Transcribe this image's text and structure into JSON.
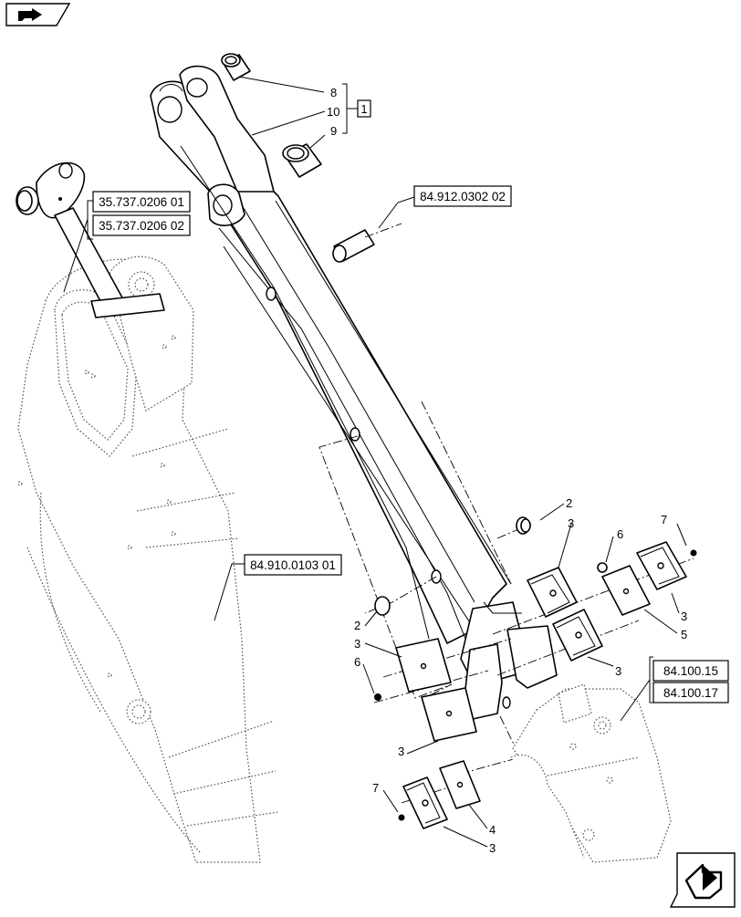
{
  "nav": {
    "back_icon": "hand-pointing-icon",
    "forward_icon": "hand-pointing-icon"
  },
  "refs": {
    "r35_1": "35.737.0206 01",
    "r35_2": "35.737.0206 02",
    "r84_912": "84.912.0302 02",
    "r84_910": "84.910.0103 01",
    "r84_100_15": "84.100.15",
    "r84_100_17": "84.100.17",
    "kit": "1"
  },
  "callouts": {
    "c8": "8",
    "c10": "10",
    "c9": "9",
    "c2a": "2",
    "c3a": "3",
    "c6a": "6",
    "c7a": "7",
    "c3b": "3",
    "c5": "5",
    "c3c": "3",
    "c2b": "2",
    "c3d": "3",
    "c6b": "6",
    "c3e": "3",
    "c7b": "7",
    "c4": "4",
    "c3f": "3"
  }
}
